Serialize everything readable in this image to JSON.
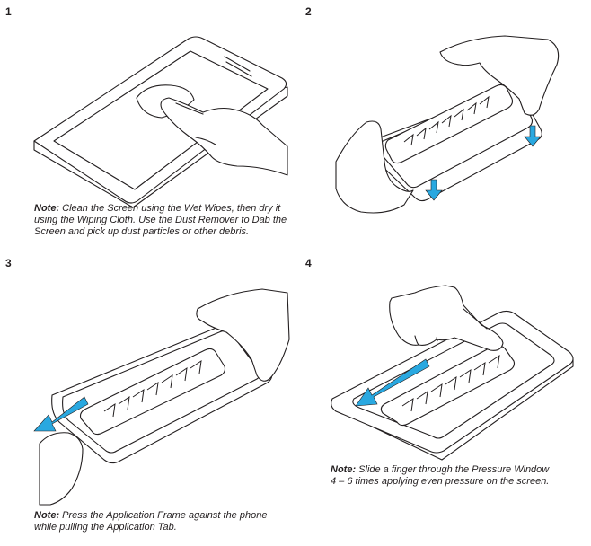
{
  "steps": [
    {
      "number": "1",
      "note_label": "Note:",
      "note_lines": [
        " Clean the Screen using the Wet Wipes, then dry it",
        "using the Wiping Cloth. Use the Dust Remover to Dab the",
        "Screen and pick up dust particles or other debris."
      ]
    },
    {
      "number": "2",
      "note_label": "",
      "note_lines": []
    },
    {
      "number": "3",
      "note_label": "Note:",
      "note_lines": [
        " Press the Application Frame against  the phone",
        "while pulling the Application Tab."
      ]
    },
    {
      "number": "4",
      "note_label": "Note:",
      "note_lines": [
        "  Slide a finger through the Pressure Window",
        "4 – 6 times applying even pressure on the screen."
      ]
    }
  ],
  "colors": {
    "line": "#231f20",
    "arrow": "#29a8e0",
    "background": "#ffffff"
  },
  "icons": [
    "phone-illustration",
    "hand-illustration",
    "arrow-icon",
    "chevron-icon"
  ]
}
